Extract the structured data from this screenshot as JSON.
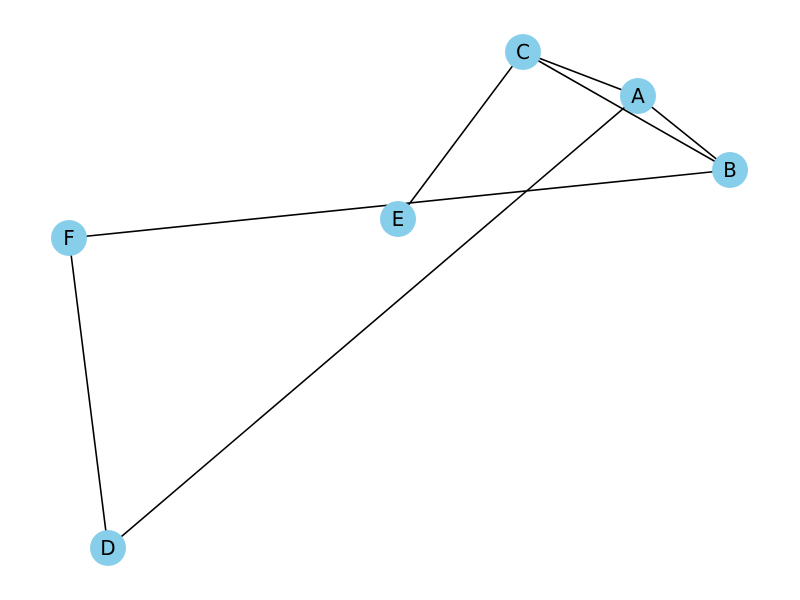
{
  "graph": {
    "node_color": "#87ceeb",
    "edge_color": "#000000",
    "nodes": [
      {
        "id": "A",
        "label": "A"
      },
      {
        "id": "B",
        "label": "B"
      },
      {
        "id": "C",
        "label": "C"
      },
      {
        "id": "D",
        "label": "D"
      },
      {
        "id": "E",
        "label": "E"
      },
      {
        "id": "F",
        "label": "F"
      }
    ],
    "edges": [
      {
        "source": "A",
        "target": "C"
      },
      {
        "source": "A",
        "target": "B"
      },
      {
        "source": "A",
        "target": "D"
      },
      {
        "source": "C",
        "target": "B"
      },
      {
        "source": "C",
        "target": "E"
      },
      {
        "source": "B",
        "target": "F"
      },
      {
        "source": "F",
        "target": "D"
      }
    ]
  }
}
